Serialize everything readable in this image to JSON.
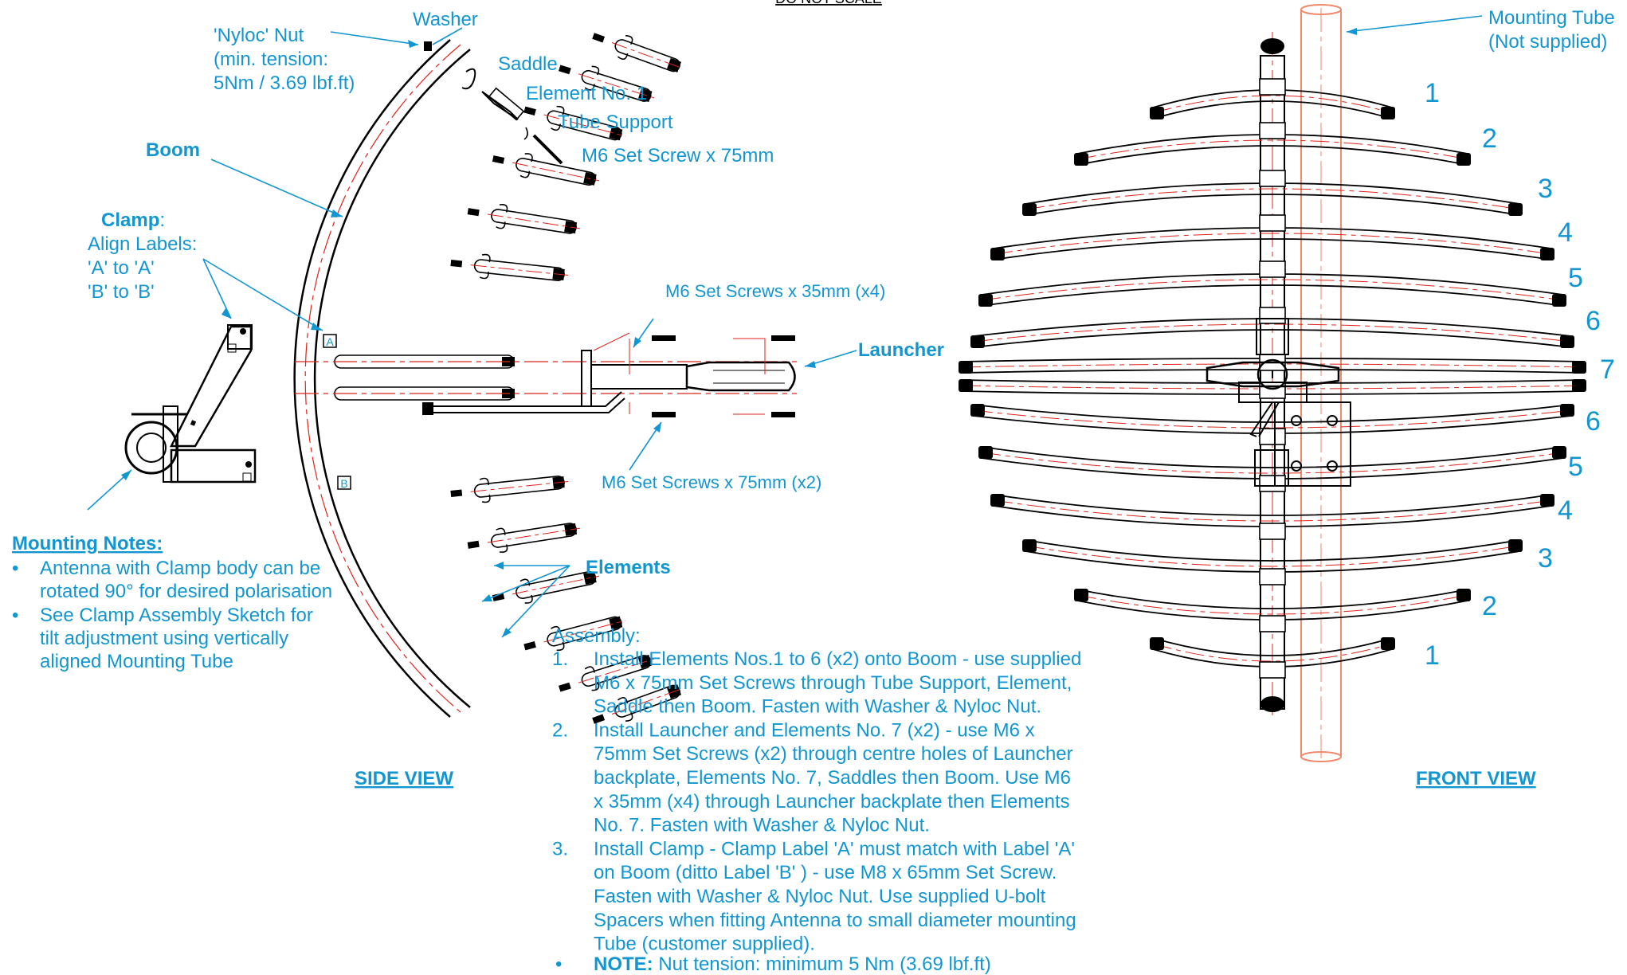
{
  "header_note": "DO NOT SCALE",
  "side_view": {
    "title": "SIDE VIEW",
    "labels": {
      "nyloc_line1": "'Nyloc' Nut",
      "nyloc_line2": "(min. tension:",
      "nyloc_line3": "5Nm / 3.69 lbf.ft)",
      "washer": "Washer",
      "saddle": "Saddle",
      "element1": "Element No. 1",
      "tube_support": "Tube Support",
      "set_screw": "M6 Set Screw x 75mm",
      "boom": "Boom",
      "clamp_title": "Clamp",
      "clamp_colon": ":",
      "clamp_line1": "Align Labels:",
      "clamp_line2": "'A' to 'A'",
      "clamp_line3": "'B' to 'B'",
      "elements": "Elements",
      "label_a": "A",
      "label_b": "B"
    }
  },
  "launcher": {
    "screws_top": "M6 Set Screws x 35mm (x4)",
    "name": "Launcher",
    "screws_bottom": "M6 Set Screws x 75mm (x2)"
  },
  "front_view": {
    "title": "FRONT VIEW",
    "tube_line1": "Mounting Tube",
    "tube_line2": "(Not supplied)",
    "element_numbers": [
      "1",
      "2",
      "3",
      "4",
      "5",
      "6",
      "7",
      "7",
      "6",
      "5",
      "4",
      "3",
      "2",
      "1"
    ]
  },
  "mounting_notes": {
    "title": "Mounting Notes:",
    "bullet": "•",
    "line1": "Antenna with Clamp body can be",
    "line2": "rotated 90° for desired polarisation",
    "line3": "See Clamp Assembly Sketch for",
    "line4": "tilt adjustment using vertically",
    "line5": "aligned Mounting Tube"
  },
  "assembly": {
    "title": "Assembly:",
    "steps": [
      {
        "num": "1.",
        "lines": [
          "Install Elements Nos.1 to 6 (x2) onto Boom - use supplied",
          "M6 x 75mm Set Screws through Tube Support, Element,",
          "Saddle then Boom. Fasten with Washer & Nyloc Nut."
        ]
      },
      {
        "num": "2.",
        "lines": [
          "Install Launcher and Elements No. 7 (x2) - use M6 x",
          "75mm Set Screws (x2) through centre holes of Launcher",
          "backplate, Elements No. 7, Saddles then Boom. Use M6",
          "x 35mm (x4) through Launcher backplate then Elements",
          "No. 7. Fasten with Washer & Nyloc Nut."
        ]
      },
      {
        "num": "3.",
        "lines": [
          "Install Clamp - Clamp Label 'A' must match with Label 'A'",
          "on Boom (ditto Label 'B' ) - use M8 x 65mm Set Screw.",
          "Fasten with Washer & Nyloc Nut. Use supplied U-bolt",
          "Spacers when fitting Antenna to small diameter mounting",
          "Tube (customer supplied)."
        ]
      }
    ],
    "note_bullet": "•",
    "note_label": "NOTE:",
    "note_text": " Nut tension: minimum 5 Nm (3.69 lbf.ft)"
  },
  "colors": {
    "annotation": "#1296d2",
    "centerline": "#e0231b",
    "drawing": "#000000",
    "mounting_tube": "#f08a6b"
  }
}
